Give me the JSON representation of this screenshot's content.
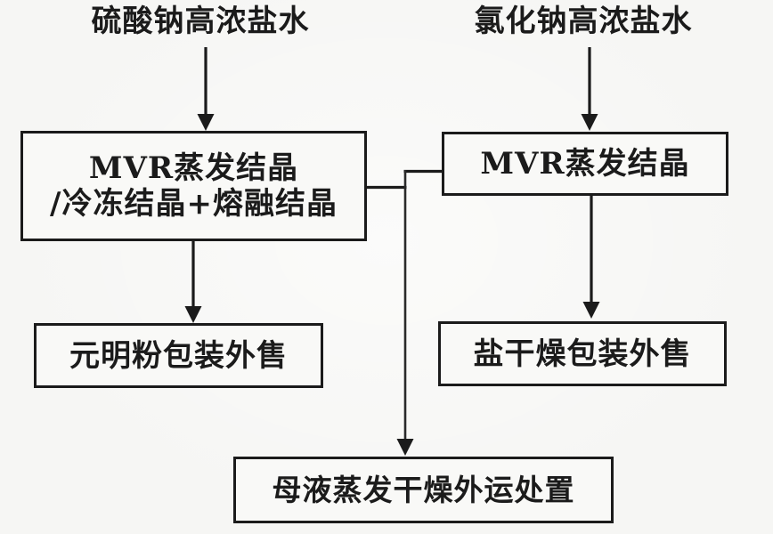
{
  "diagram": {
    "inputs": {
      "left_label": "硫酸钠高浓盐水",
      "right_label": "氯化钠高浓盐水"
    },
    "process": {
      "left_line1": "MVR蒸发结晶",
      "left_line2": "/冷冻结晶+熔融结晶",
      "right_label": "MVR蒸发结晶"
    },
    "outputs": {
      "left_label": "元明粉包装外售",
      "right_label": "盐干燥包装外售",
      "bottom_label": "母液蒸发干燥外运处置"
    },
    "colors": {
      "ink": "#1b1b1b",
      "paper": "#f6f6f4",
      "box_fill": "#f9f9f7"
    }
  }
}
